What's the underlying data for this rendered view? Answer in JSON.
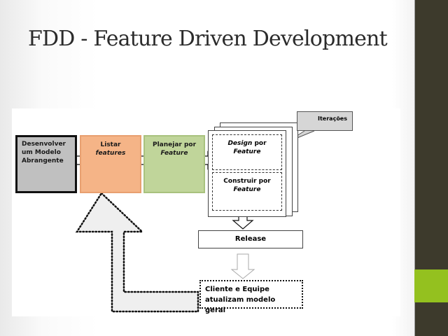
{
  "slide": {
    "title": "FDD - Feature Driven Development",
    "colors": {
      "sidebar": "#3d3a2c",
      "accent": "#94c11f",
      "box_gray": "#c0c0c0",
      "box_orange": "#f5b487",
      "box_green": "#c0d59a",
      "callout": "#d6d6d6"
    }
  },
  "diagram": {
    "step1": {
      "line1": "Desenvolver",
      "line2": "um Modelo",
      "line3": "Abrangente"
    },
    "step2": {
      "line1": "Listar",
      "line2": "features"
    },
    "step3": {
      "line1": "Planejar por",
      "line2": "Feature"
    },
    "iteration_design": {
      "word1": "Design",
      "word2": " por",
      "line2": "Feature"
    },
    "iteration_build": {
      "line1": "Construir por",
      "line2": "Feature"
    },
    "callout": "Iterações",
    "release": "Release",
    "feedback": {
      "line1": "Cliente e Equipe",
      "line2": "atualizam modelo geral"
    }
  }
}
